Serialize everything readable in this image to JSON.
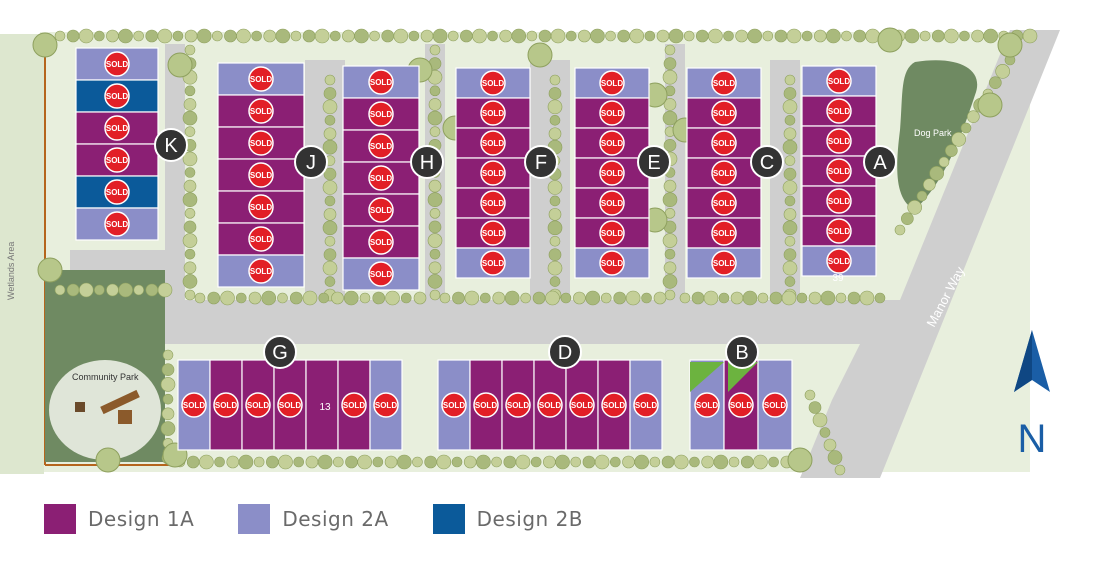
{
  "colors": {
    "design_1a": "#8b1f74",
    "design_2a": "#8b8ec8",
    "design_2b": "#0b5a9a",
    "sold": "#e21f26",
    "tag": "#333333",
    "road": "#cfcfcf",
    "park": "#6b8460",
    "grass": "#e3ebd6",
    "lot_green": "#6cb33f",
    "compass": "#1a5ea6"
  },
  "labels": {
    "sold": "SOLD",
    "wetlands": "Wetlands Area",
    "community_park": "Community Park",
    "dog_park": "Dog Park",
    "manor_way": "Manor Way",
    "north": "N",
    "lot_13": "13",
    "lot_39": "39"
  },
  "legend": [
    {
      "label": "Design 1A",
      "color": "#8b1f74"
    },
    {
      "label": "Design 2A",
      "color": "#8b8ec8"
    },
    {
      "label": "Design 2B",
      "color": "#0b5a9a"
    }
  ],
  "buildings": [
    {
      "id": "K",
      "units": [
        "2A",
        "2B",
        "1A",
        "1A",
        "2B",
        "2A"
      ],
      "sold": [
        true,
        true,
        true,
        true,
        true,
        true
      ]
    },
    {
      "id": "J",
      "units": [
        "2A",
        "1A",
        "1A",
        "1A",
        "1A",
        "1A",
        "2A"
      ],
      "sold": [
        true,
        true,
        true,
        true,
        true,
        true,
        true
      ]
    },
    {
      "id": "H",
      "units": [
        "2A",
        "1A",
        "1A",
        "1A",
        "1A",
        "1A",
        "2A"
      ],
      "sold": [
        true,
        true,
        true,
        true,
        true,
        true,
        true
      ]
    },
    {
      "id": "F",
      "units": [
        "2A",
        "1A",
        "1A",
        "1A",
        "1A",
        "1A",
        "2A"
      ],
      "sold": [
        true,
        true,
        true,
        true,
        true,
        true,
        true
      ]
    },
    {
      "id": "E",
      "units": [
        "2A",
        "1A",
        "1A",
        "1A",
        "1A",
        "1A",
        "2A"
      ],
      "sold": [
        true,
        true,
        true,
        true,
        true,
        true,
        true
      ]
    },
    {
      "id": "C",
      "units": [
        "2A",
        "1A",
        "1A",
        "1A",
        "1A",
        "1A",
        "2A"
      ],
      "sold": [
        true,
        true,
        true,
        true,
        true,
        true,
        true
      ]
    },
    {
      "id": "A",
      "units": [
        "2A",
        "1A",
        "1A",
        "1A",
        "1A",
        "1A",
        "2A"
      ],
      "sold": [
        true,
        true,
        true,
        true,
        true,
        true,
        true
      ]
    },
    {
      "id": "G",
      "units": [
        "2A",
        "1A",
        "1A",
        "1A",
        "1A",
        "1A",
        "2A"
      ],
      "sold": [
        true,
        true,
        true,
        true,
        false,
        true,
        true
      ]
    },
    {
      "id": "D",
      "units": [
        "2A",
        "1A",
        "1A",
        "1A",
        "1A",
        "1A",
        "2A"
      ],
      "sold": [
        true,
        true,
        true,
        true,
        true,
        true,
        true
      ]
    },
    {
      "id": "B",
      "units": [
        "2A",
        "1A",
        "2A"
      ],
      "sold": [
        true,
        true,
        true
      ]
    }
  ]
}
